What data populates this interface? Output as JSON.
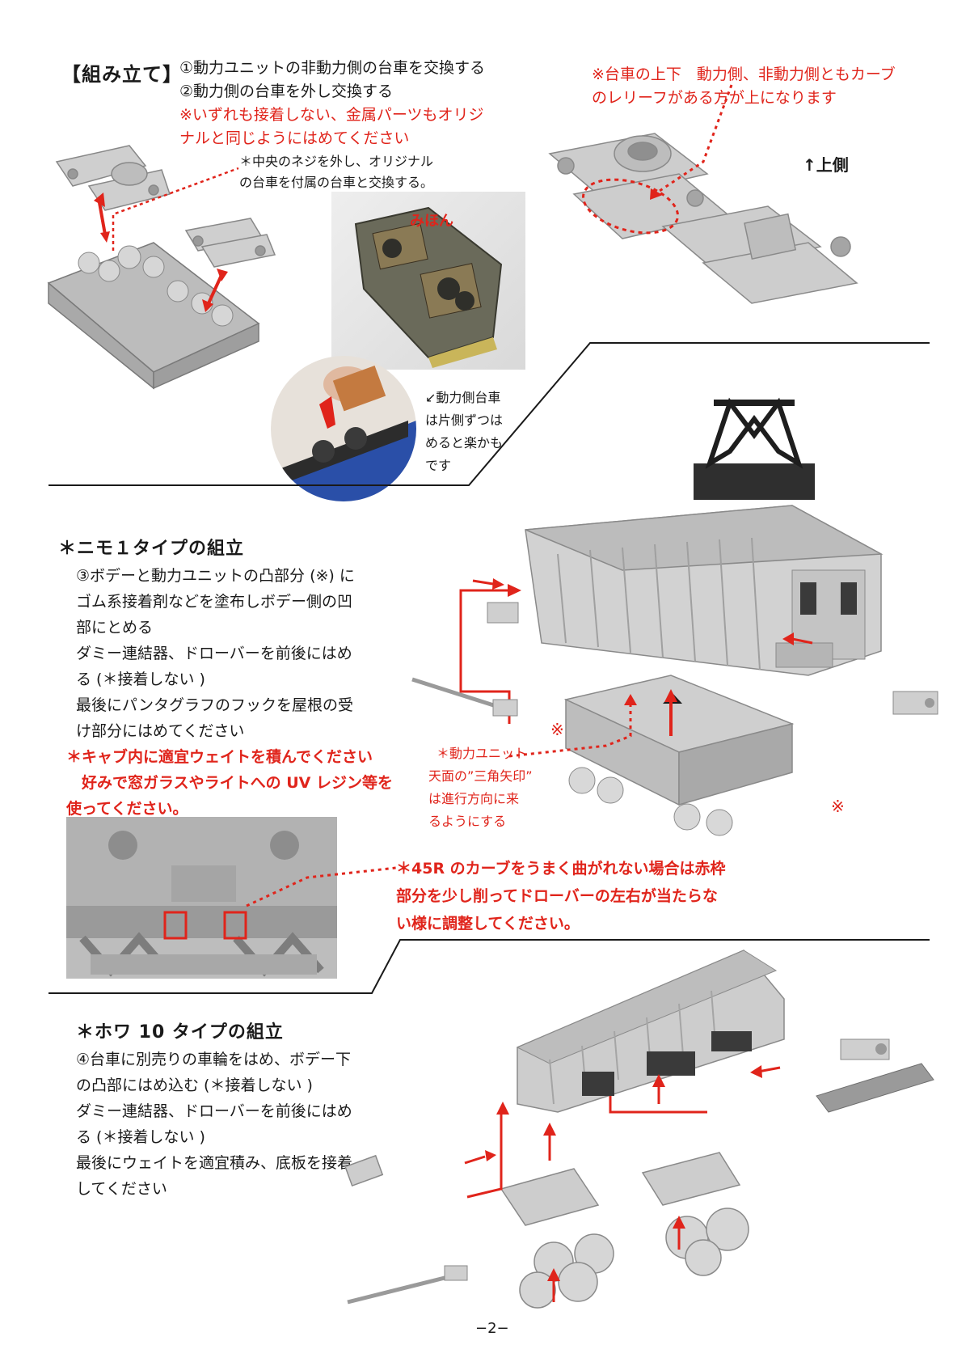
{
  "header": {
    "title": "【組み立て】",
    "step1": "①動力ユニットの非動力側の台車を交換する",
    "step2": "②動力側の台車を外し交換する",
    "warn_line1": "※いずれも接着しない、金属パーツもオリジ",
    "warn_line2": "ナルと同じようにはめてください",
    "note_line1": "＊中央のネジを外し、オリジナル",
    "note_line2": "の台車を付属の台車と交換する。",
    "sample_label": "みほん"
  },
  "top_right": {
    "note_line1": "※台車の上下　動力側、非動力側ともカーブ",
    "note_line2": "のレリーフがある方が上になります",
    "up_label": "↑上側"
  },
  "tip": {
    "line1": "↙動力側台車",
    "line2": "は片側ずつは",
    "line3": "めると楽かも",
    "line4": "です"
  },
  "section_nimo": {
    "title": "＊ニモ１タイプの組立",
    "lines": [
      "③ボデーと動力ユニットの凸部分 (※) に",
      "ゴム系接着剤などを塗布しボデー側の凹",
      "部にとめる",
      "ダミー連結器、ドローバーを前後にはめ",
      "る (＊接着しない )",
      "最後にパンタグラフのフックを屋根の受",
      "け部分にはめてください"
    ],
    "red_lines": [
      "＊キャブ内に適宜ウェイトを積んでください",
      "　好みで窓ガラスやライトへの UV レジン等を",
      "使ってください。"
    ],
    "unit_note": [
      "＊動力ユニット",
      "天面の”三角矢印”",
      "は進行方向に来",
      "るようにする"
    ],
    "mark1": "※",
    "mark2": "※"
  },
  "curve_note": {
    "lines": [
      "＊45R のカーブをうまく曲がれない場合は赤枠",
      "部分を少し削ってドローバーの左右が当たらな",
      "い様に調整してください。"
    ]
  },
  "section_howa": {
    "title": "＊ホワ 10 タイプの組立",
    "lines": [
      "④台車に別売りの車輪をはめ、ボデー下",
      "の凸部にはめ込む (＊接着しない )",
      "ダミー連結器、ドローバーを前後にはめ",
      "る (＊接着しない )",
      "最後にウェイトを適宜積み、底板を接着",
      "してください"
    ]
  },
  "footer": {
    "page": "−2−"
  },
  "colors": {
    "accent_red": "#e0241b",
    "part_grey": "#c9c9c9",
    "text": "#1a1a1a"
  }
}
